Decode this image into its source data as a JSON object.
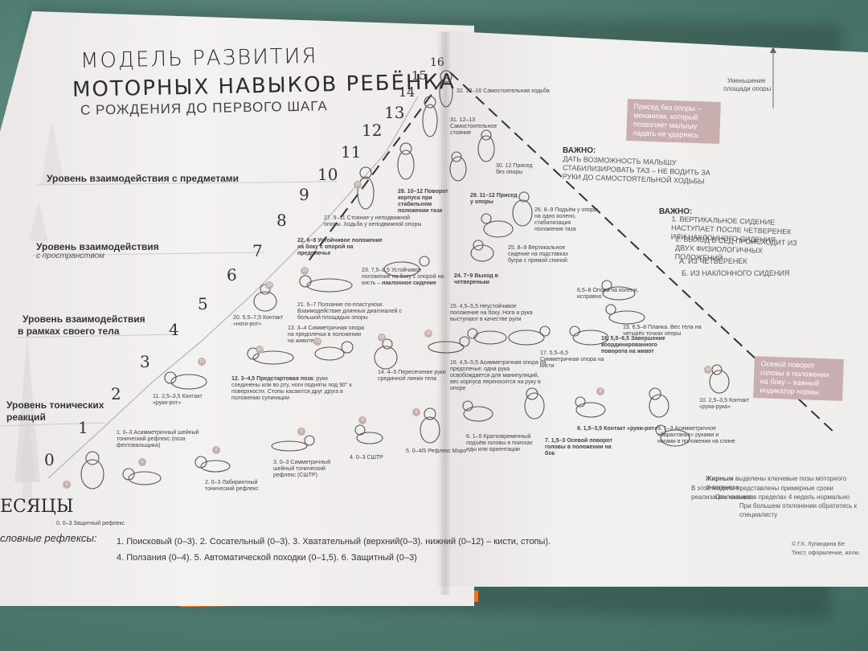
{
  "title": {
    "line1": "МОДЕЛЬ РАЗВИТИЯ",
    "line2": "МОТОРНЫХ НАВЫКОВ РЕБЁНКА",
    "line3": "С РОЖДЕНИЯ ДО ПЕРВОГО ШАГА"
  },
  "levels": {
    "objects": "Уровень взаимодействия с предметами",
    "space1": "Уровень взаимодействия",
    "space2": "с пространством",
    "body1": "Уровень взаимодействия",
    "body2": "в рамках своего тела",
    "tonic1": "Уровень тонических",
    "tonic2": "реакций"
  },
  "steps": [
    "0",
    "1",
    "2",
    "3",
    "4",
    "5",
    "6",
    "7",
    "8",
    "9",
    "10",
    "11",
    "12",
    "13",
    "14",
    "15",
    "16"
  ],
  "months_label": "ЕСЯЦЫ",
  "reflex_label": "словные рефлексы:",
  "reflex_line1": "1. Поисковый (0–3). 2. Сосательный (0–3). 3. Хватательный (верхний(0–3). нижний (0–12) – кисти, стопы).",
  "reflex_line2": "4. Ползания (0–4). 5. Автоматической походки (0–1,5). 6. Защитный (0–3)",
  "captions_left": {
    "c0": "0. 0–3 Защитный рефлекс",
    "c1": "1. 0–3 Асимметричный шейный тонический рефлекс (поза фехтовальщика)",
    "c2": "2. 0–3 Лабиринтный тонический рефлекс",
    "c3": "3. 0–3 Симметричный шейный тонический рефлекс (СШТР)",
    "c4": "4. 0–3 СШТР",
    "c5": "5. 0–4/5 Рефлекс Моро",
    "c11": "11. 2,5–3,5 Контакт «руки-рот»",
    "c12a": "12. 3–4,5",
    "c12b": "Предстартовая поза",
    "c12c": ": руки соединены или во рту, ноги подняты под 90° к поверхности. Стопы касаются друг друга в положении супинации",
    "c13": "13. 3–4 Симметричная опора на предплечья в положении на животе",
    "c14": "14. 4–5 Пересечение руки срединной линии тела",
    "c20": "20. 5,5–7,5 Контакт «ноги-рот»",
    "c21": "21. 6–7 Ползание по-пластунски. Взаимодействие длинных диагоналей с большой площадью опоры",
    "c22a": "22. 6–8 Устойчивое положение на боку",
    "c22b": "с опорой на предплечье",
    "c23a": "23. 7,5–8,5 Устойчивое положение на боку с опорой на кисть –",
    "c23b": "наклонное сидение",
    "c27": "27. 9–11 Стояние у неподвижной опоры. Ходьба у неподвижной опоры"
  },
  "captions_right": {
    "c6": "6. 1–5 Кратковременный подъём головы в поисках еды или ориентации",
    "c7a": "7. 1,5–3",
    "c7b": "Осевой поворот головы в положении на бок",
    "c8a": "8. 1,5–3,5",
    "c8b": "Контакт «руки-рот»",
    "c9": "9. 1–3 Асимметричное «барахтанье» руками и ногами в положении на спине",
    "c10": "10. 2,5–3,5 Контакт «рука-рука»",
    "c15": "15. 4,5–5,5 Неустойчивое положение на боку. Нога и рука выступают в качестве рули",
    "c16": "16. 4,5–5,5 Асимметричная опора на предплечье: одна рука освобождается для манипуляций, вес корпуса переносится на руку в опоре",
    "c17": "17. 5,5–6,5 Симметричная опора на кисти",
    "c18a": "18. 5,5–6,5",
    "c18b": "Завершение координированного поворота на живот",
    "c19": "19. 6,5–8 Планка. Вес тела на четырёх точках опоры",
    "c19b": "6,5–8 Опора на колени, исправно",
    "c24a": "24. 7–9",
    "c24b": "Выход в четвереньки",
    "c25": "25. 8–9 Вертикальное сидение на подставках бугра с прямой спиной",
    "c26": "26. 8–9 Подъём у опоры на одно колено, стабилизация положения таза",
    "c28a": "28. 10–12",
    "c28b": "Поворот корпуса при стабильном положении таза",
    "c29a": "29. 11–12",
    "c29b": "Присед у опоры",
    "c30": "30. 12 Присед без опоры",
    "c31": "31. 12–13 Самостоятельное стояние",
    "c32": "32. 12–16 Самостоятельная ходьба"
  },
  "right_notes": {
    "axis_label1": "Уменьшение",
    "axis_label2": "площади опоры",
    "badge_top": "Присед без опоры – механизм, который позволяет малышу падать не ударяясь",
    "vazhno1": "ВАЖНО:",
    "vazhno1_text": "ДАТЬ ВОЗМОЖНОСТЬ МАЛЫШУ СТАБИЛИЗИРОВАТЬ ТАЗ – НЕ ВОДИТЬ ЗА РУКИ ДО САМОСТОЯТЕЛЬНОЙ ХОДЬБЫ",
    "vazhno2": "ВАЖНО:",
    "v2_1": "1. ВЕРТИКАЛЬНОЕ СИДЕНИЕ НАСТУПАЕТ ПОСЛЕ ЧЕТВЕРЕНЕК ИЛИ НАКЛОННОГО СИДЕНИЯ",
    "v2_2": "2. ВЫХОД В СЕД ПРОИСХОДИТ ИЗ ДВУХ ФИЗИОЛОГИЧНЫХ ПОЛОЖЕНИЙ",
    "v2_3": "А. ИЗ ЧЕТВЕРЕНЕК",
    "v2_4": "Б. ИЗ НАКЛОННОГО СИДЕНИЯ",
    "badge_bottom": "Осевой поворот головы в положении на боку – важный индикатор нормы",
    "footer1a": "Жирным",
    "footer1b": " выделены ключевые позы моторного онтогенеза",
    "footer2": "В этой модели представлены примерные сроки реализации навыков",
    "footer3": "Отклонение в пределах 4 недель нормально",
    "footer4": "При большем отклонении обратитесь к специалисту",
    "copyright": "© Г.К. Лупандина Бе",
    "copyright2": "Текст, оформление, иллю"
  },
  "colors": {
    "paper": "#f2f0ef",
    "accent": "#c9aeb0",
    "orange_edge": "#e8772a",
    "fabric": "#5f8a80"
  }
}
